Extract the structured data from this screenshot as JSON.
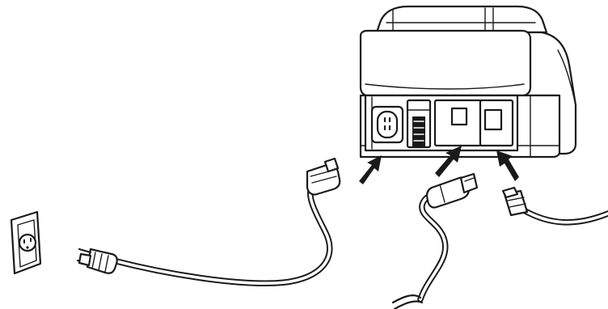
{
  "diagram": {
    "colors": {
      "line": "#1a1a1a",
      "background": "#ffffff"
    },
    "parts": [
      "wall-outlet",
      "power-plug",
      "power-cable",
      "printer",
      "power-port",
      "usb-port",
      "serial-port",
      "usb-cable",
      "rj11-cable",
      "arrows"
    ]
  }
}
